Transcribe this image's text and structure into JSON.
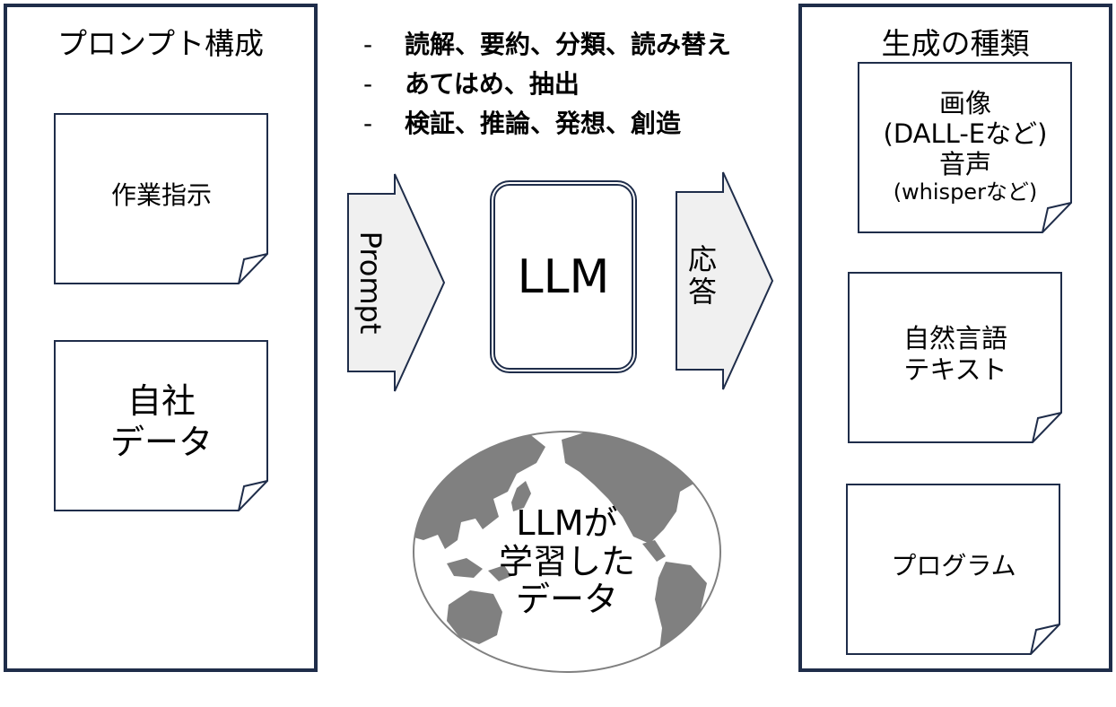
{
  "prompt_panel": {
    "title": "プロンプト構成",
    "items": [
      {
        "lines": [
          "作業指示"
        ]
      },
      {
        "lines": [
          "自社",
          "データ"
        ]
      }
    ]
  },
  "tasks": {
    "items": [
      "読解、要約、分類、読み替え",
      "あてはめ、抽出",
      "検証、推論、発想、創造"
    ]
  },
  "flow": {
    "prompt_label": "Prompt",
    "model_label": "LLM",
    "response_label": "応答"
  },
  "training_data": {
    "lines": [
      "LLMが",
      "学習した",
      "データ"
    ]
  },
  "output_panel": {
    "title": "生成の種類",
    "items": [
      {
        "lines": [
          "画像",
          "(DALL-Eなど)",
          "音声",
          "(whisperなど)"
        ]
      },
      {
        "lines": [
          "自然言語",
          "テキスト"
        ]
      },
      {
        "lines": [
          "プログラム"
        ]
      }
    ]
  },
  "colors": {
    "frame": "#1f2d4a",
    "arrow_fill": "#f0f0f0",
    "continent": "#808080"
  }
}
